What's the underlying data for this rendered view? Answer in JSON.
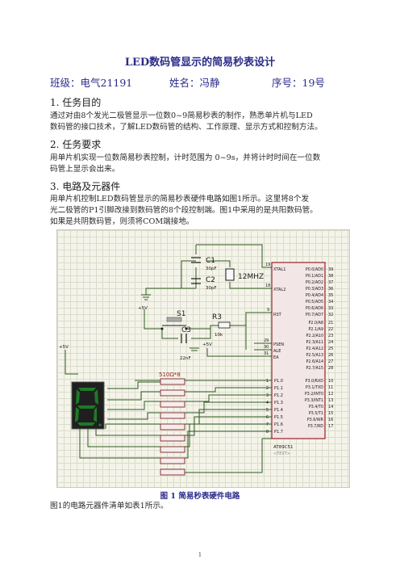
{
  "title": "LED数码管显示的简易秒表设计",
  "info": {
    "class_label": "班级：电气21191",
    "name_label": "姓名：冯静",
    "number_label": "序号：19号"
  },
  "sections": [
    {
      "heading": "1. 任务目的",
      "lines": [
        "通过对由8个发光二极管显示一位数0~9简易秒表的制作，熟悉单片机与LED",
        "数码管的接口技术，了解LED数码管的结构、工作原理、显示方式和控制方法。"
      ]
    },
    {
      "heading": "2. 任务要求",
      "lines": [
        "用单片机实现一位数简易秒表控制，计时范围为 0~9s，并将计时时间在一位数",
        "码管上显示会出来。"
      ]
    },
    {
      "heading": "3. 电路及元器件",
      "lines": [
        "用单片机控制LED数码管显示的简易秒表硬件电路如图1所示。这里将8个发",
        "光二极管的P1引脚改接到数码管的8个段控制端。图1中采用的是共阳数码管。",
        "如果是共阴数码管，则须将COM端接地。"
      ]
    }
  ],
  "figure": {
    "caption": "图 1  简易秒表硬件电路",
    "labels": {
      "c1": "C1",
      "c1v": "30pF",
      "c2": "C2",
      "c2v": "30pF",
      "xtal": "12MHZ",
      "s1": "S1",
      "r3": "R3",
      "r3v": "10k",
      "c3": "C3",
      "c3v": "22nF",
      "p5v_a": "+5V",
      "p5v_b": "+5V",
      "p5v_c": "+5V",
      "rn": "510Ω*8",
      "chip": "AT89C51",
      "chip2": "<TEXT>",
      "digit": "8",
      "xtal1": "XTAL1",
      "xtal2": "XTAL2",
      "rst": "RST",
      "psen": "PSEN",
      "ale": "ALE",
      "ea": "EA",
      "n19": "19",
      "n18": "18",
      "n9": "9",
      "n29": "29",
      "n30": "30",
      "n31": "31"
    },
    "left_pins": [
      {
        "num": "1",
        "name": "P1.0"
      },
      {
        "num": "2",
        "name": "P1.1"
      },
      {
        "num": "3",
        "name": "P1.2"
      },
      {
        "num": "4",
        "name": "P1.3"
      },
      {
        "num": "5",
        "name": "P1.4"
      },
      {
        "num": "6",
        "name": "P1.5"
      },
      {
        "num": "7",
        "name": "P1.6"
      },
      {
        "num": "8",
        "name": "P1.7"
      }
    ],
    "p0_pins": [
      {
        "num": "39",
        "name": "P0.0/AD0"
      },
      {
        "num": "38",
        "name": "P0.1/AD1"
      },
      {
        "num": "37",
        "name": "P0.2/AD2"
      },
      {
        "num": "36",
        "name": "P0.3/AD3"
      },
      {
        "num": "35",
        "name": "P0.4/AD4"
      },
      {
        "num": "34",
        "name": "P0.5/AD5"
      },
      {
        "num": "33",
        "name": "P0.6/AD6"
      },
      {
        "num": "32",
        "name": "P0.7/AD7"
      }
    ],
    "p2_pins": [
      {
        "num": "21",
        "name": "P2.0/A8"
      },
      {
        "num": "22",
        "name": "P2.1/A9"
      },
      {
        "num": "23",
        "name": "P2.2/A10"
      },
      {
        "num": "24",
        "name": "P2.3/A11"
      },
      {
        "num": "25",
        "name": "P2.4/A12"
      },
      {
        "num": "26",
        "name": "P2.5/A13"
      },
      {
        "num": "27",
        "name": "P2.6/A14"
      },
      {
        "num": "28",
        "name": "P2.7/A15"
      }
    ],
    "p3_pins": [
      {
        "num": "10",
        "name": "P3.0/RXD"
      },
      {
        "num": "11",
        "name": "P3.1/TXD"
      },
      {
        "num": "12",
        "name": "P3.2/INT0"
      },
      {
        "num": "13",
        "name": "P3.3/INT1"
      },
      {
        "num": "14",
        "name": "P3.4/T0"
      },
      {
        "num": "15",
        "name": "P3.5/T1"
      },
      {
        "num": "16",
        "name": "P3.6/WR"
      },
      {
        "num": "17",
        "name": "P3.7/RD"
      }
    ]
  },
  "tail": "图1的电路元器件清单如表1所示。",
  "page_number": "1",
  "colors": {
    "text": "#1a1a1a",
    "title": "#2b2b8a",
    "wire": "#2e5a1e",
    "chip": "#9a2020",
    "resistor": "#7a2424",
    "digit_on": "#1e7a28"
  }
}
